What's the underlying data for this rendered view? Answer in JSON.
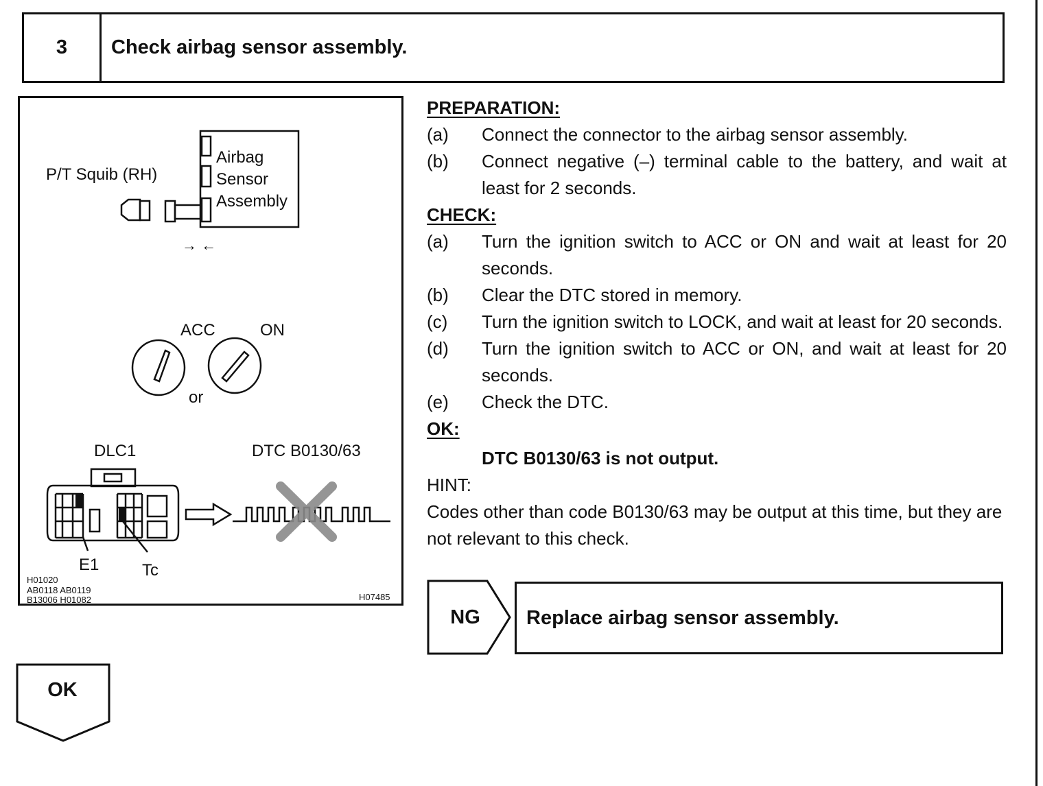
{
  "step": {
    "number": "3",
    "title": "Check airbag sensor assembly."
  },
  "figure": {
    "squib_label": "P/T Squib (RH)",
    "sensor_label_lines": [
      "Airbag",
      "Sensor",
      "Assembly"
    ],
    "connect_arrows": "→ ←",
    "key_acc": "ACC",
    "key_on": "ON",
    "key_or": "or",
    "dlc_label": "DLC1",
    "dtc_label": "DTC B0130/63",
    "terminal_e1": "E1",
    "terminal_tc": "Tc",
    "ref_codes_left": [
      "H01020",
      "AB0118 AB0119",
      "B13006 H01082"
    ],
    "ref_code_right": "H07485"
  },
  "preparation": {
    "heading": "PREPARATION:",
    "items": [
      {
        "letter": "(a)",
        "text": "Connect the connector to the airbag sensor assembly."
      },
      {
        "letter": "(b)",
        "text": "Connect negative (–) terminal cable to the battery, and wait at least for 2 seconds."
      }
    ]
  },
  "check": {
    "heading": "CHECK:",
    "items": [
      {
        "letter": "(a)",
        "text": "Turn the ignition switch to ACC or ON and wait at least for 20 seconds."
      },
      {
        "letter": "(b)",
        "text": "Clear the DTC stored in memory."
      },
      {
        "letter": "(c)",
        "text": "Turn the ignition switch to LOCK, and wait at least for 20 seconds."
      },
      {
        "letter": "(d)",
        "text": "Turn the ignition switch to ACC or ON, and wait at least for 20 seconds."
      },
      {
        "letter": "(e)",
        "text": "Check the DTC."
      }
    ]
  },
  "ok": {
    "heading": "OK:",
    "result": "DTC B0130/63 is not output."
  },
  "hint": {
    "label": "HINT:",
    "text": "Codes other than code B0130/63 may be output at this time, but they are not relevant to this check."
  },
  "ng": {
    "label": "NG",
    "action": "Replace airbag sensor assembly."
  },
  "ok_flow": {
    "label": "OK"
  }
}
